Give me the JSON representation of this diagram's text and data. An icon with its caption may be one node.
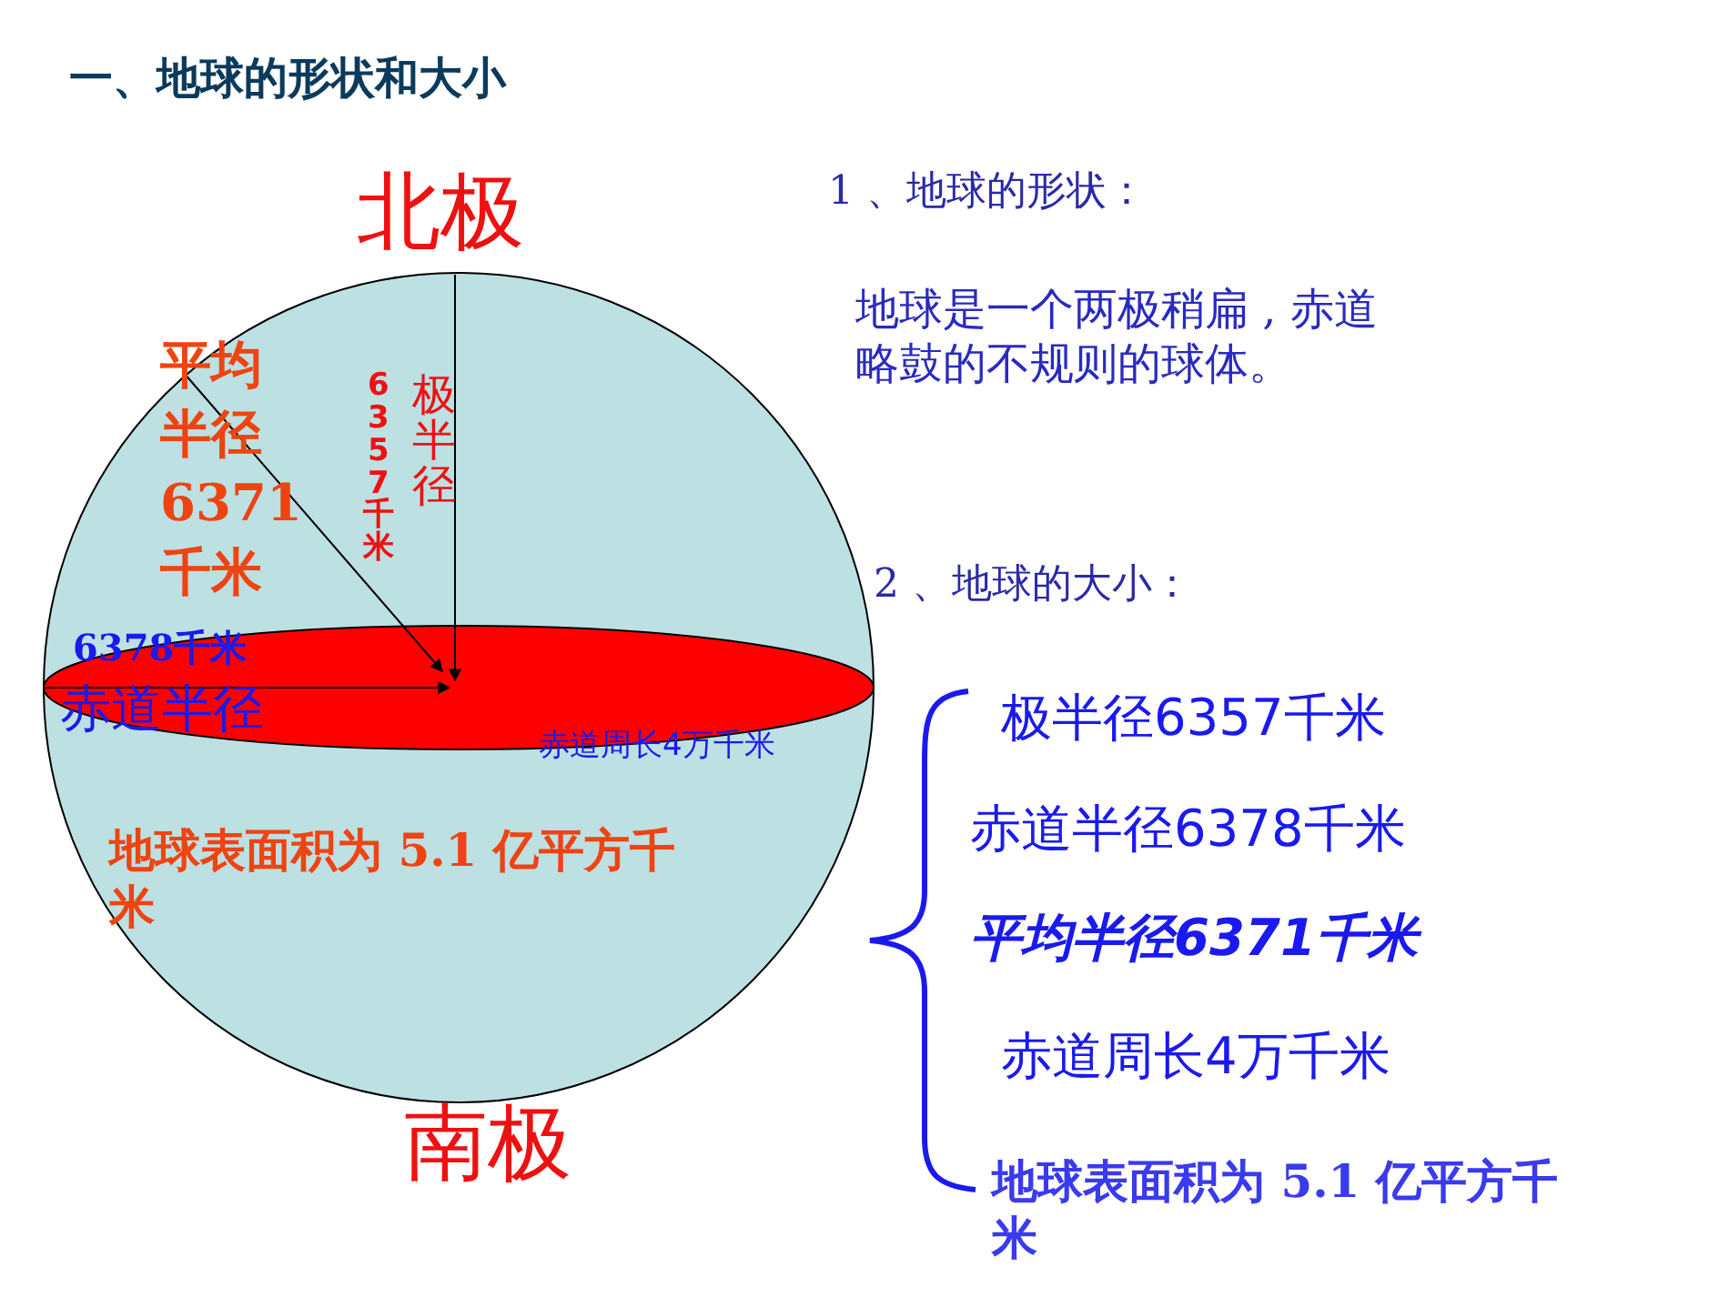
{
  "diagram": {
    "title": "一、地球的形状和大小",
    "labels": [
      "北极",
      "1 、地球的形状：",
      "地球是一个两极稍扁 , 赤道略鼓的不规则的球体。",
      "平均半径6371千米",
      "极半径",
      "6357千米",
      "2 、地球的大小：",
      "6378千米",
      "赤道半径",
      "赤道周长4万千米",
      "极半径6357千米",
      "赤道半径6378千米",
      "平均半径6371千米",
      "赤道周长4万千米",
      "地球表面积为 5.1 亿平方千米",
      "南极",
      "地球表面积为 5.1 亿平方千米"
    ]
  }
}
